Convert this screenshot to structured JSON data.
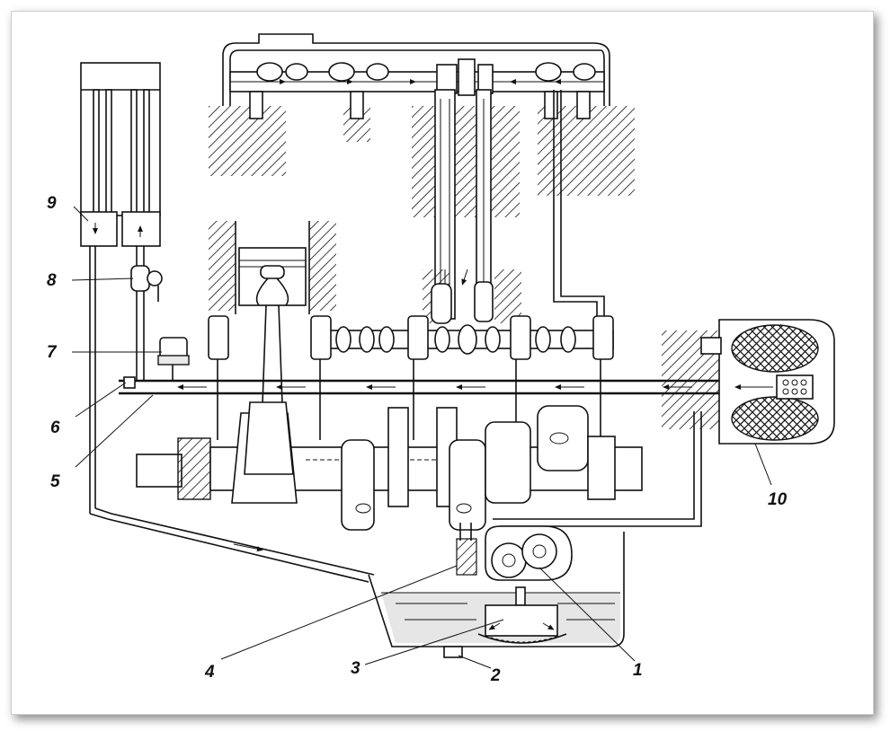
{
  "diagram": {
    "colors": {
      "line": "#111111",
      "background": "#ffffff",
      "hatch": "#111111",
      "oil": "#dcdcdc"
    },
    "labels": [
      {
        "id": "1",
        "text": "1"
      },
      {
        "id": "2",
        "text": "2"
      },
      {
        "id": "3",
        "text": "3"
      },
      {
        "id": "4",
        "text": "4"
      },
      {
        "id": "5",
        "text": "5"
      },
      {
        "id": "6",
        "text": "6"
      },
      {
        "id": "7",
        "text": "7"
      },
      {
        "id": "8",
        "text": "8"
      },
      {
        "id": "9",
        "text": "9"
      },
      {
        "id": "10",
        "text": "10"
      }
    ]
  }
}
